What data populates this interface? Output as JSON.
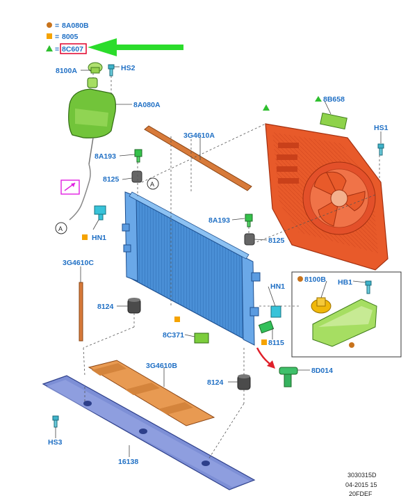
{
  "legend": [
    {
      "symbol": "circle",
      "color": "#c8731c",
      "code": "8A080B"
    },
    {
      "symbol": "square",
      "color": "#f5a300",
      "code": "8005"
    },
    {
      "symbol": "triangle",
      "color": "#2fbf2f",
      "code": "8C607",
      "highlighted": true
    }
  ],
  "legend_prefix": "=",
  "highlight_color": "#e0002a",
  "arrow_color": "#22dd22",
  "part_label_color": "#1f6fc4",
  "part_labels": {
    "p8100A": "8100A",
    "pHS2": "HS2",
    "p8A080A": "8A080A",
    "p3G4610A": "3G4610A",
    "p8B658": "8B658",
    "pHS1": "HS1",
    "p8A193_top": "8A193",
    "p8125_top": "8125",
    "pHN1_left": "HN1",
    "p8A193_mid": "8A193",
    "p8125_right": "8125",
    "p3G4610C": "3G4610C",
    "p8100B": "8100B",
    "pHB1": "HB1",
    "pHN1_right": "HN1",
    "p8124_left": "8124",
    "p8C371": "8C371",
    "p8115": "8115",
    "p3G4610B": "3G4610B",
    "p8D014": "8D014",
    "p8124_right": "8124",
    "pHS3": "HS3",
    "p16138": "16138"
  },
  "callout_letter": "A",
  "footer": {
    "line1": "3030315D",
    "line2": "04-2015 15",
    "line3": "20FDEF"
  }
}
